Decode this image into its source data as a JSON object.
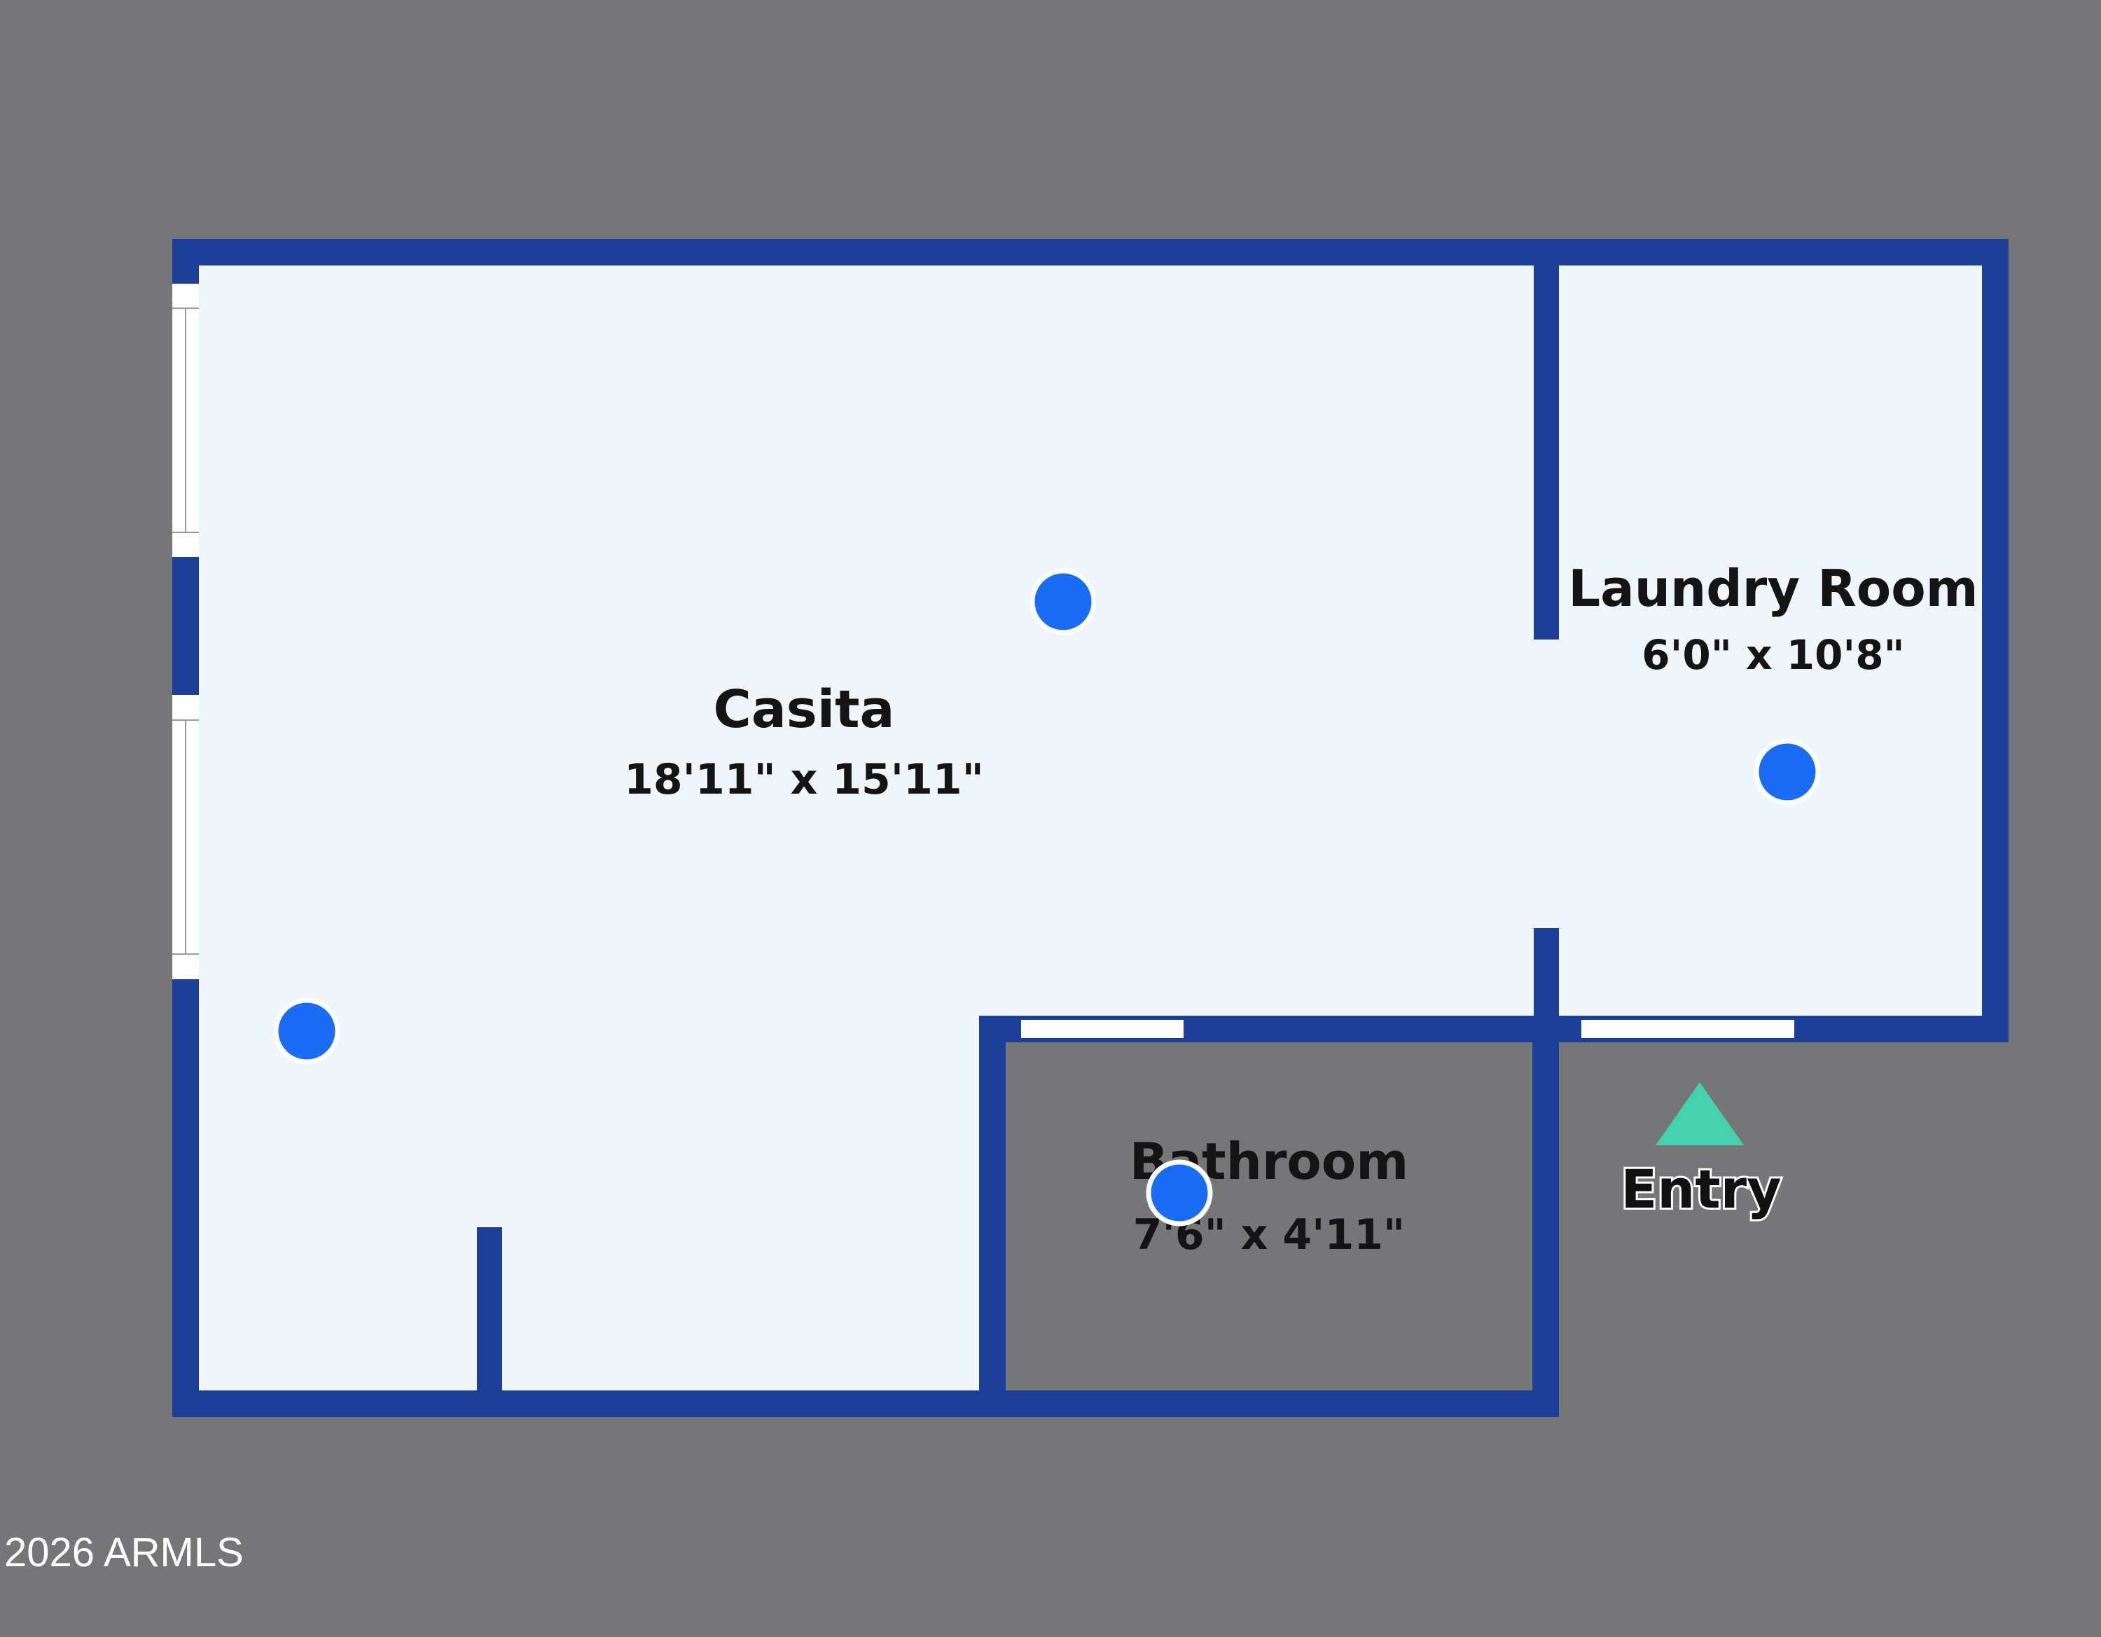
{
  "colors": {
    "background": "#767678",
    "floor": "#eef6fc",
    "wall": "#1c3f97",
    "window": "#ffffff",
    "marker": "#1a6cf5",
    "marker_outline": "#ffffff",
    "entry_arrow": "#44d1ae"
  },
  "rooms": [
    {
      "name": "Casita",
      "dimensions": "18'11\" x 15'11\""
    },
    {
      "name": "Laundry Room",
      "dimensions": "6'0\" x 10'8\""
    },
    {
      "name": "Bathroom",
      "dimensions": "7'6\" x 4'11\""
    }
  ],
  "entry": {
    "label": "Entry",
    "icon": "triangle-up-icon"
  },
  "markers_icon": "camera-marker-icon",
  "copyright": "2026 ARMLS"
}
